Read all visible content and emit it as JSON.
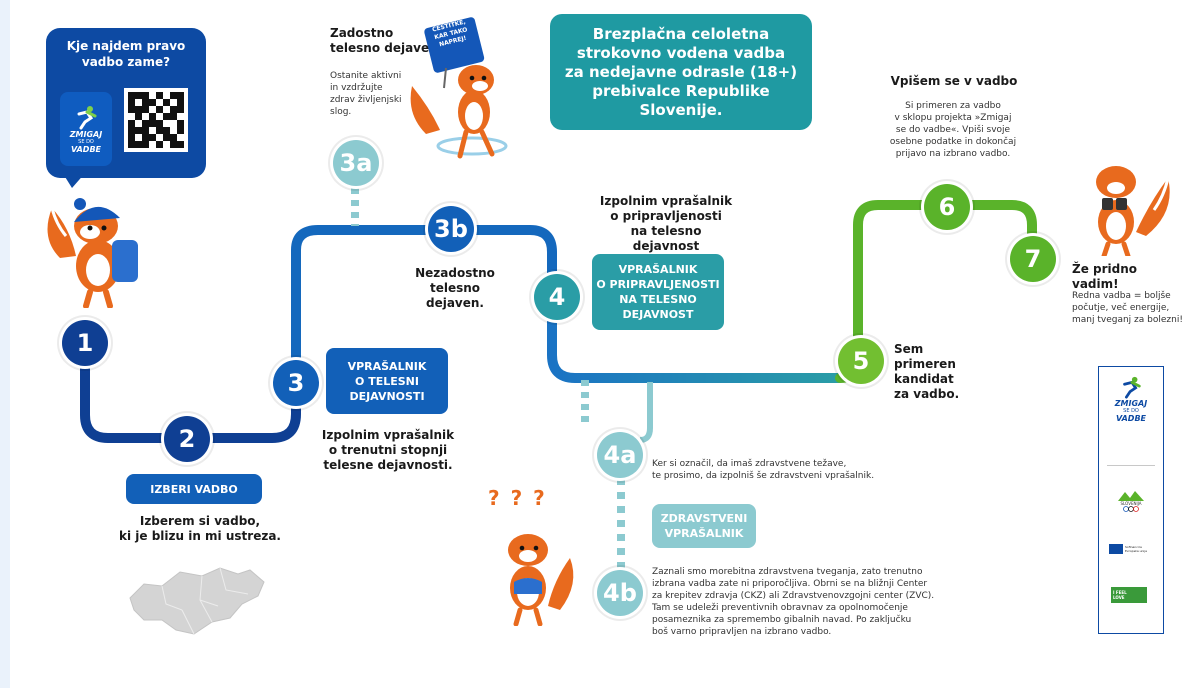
{
  "qr_bubble": {
    "title": "Kje najdem pravo\nvadbo zame?",
    "logo_line1": "ZMIGAJ",
    "logo_line2": "SE DO",
    "logo_line3": "VADBE"
  },
  "header_box": {
    "text": "Brezplačna celoletna\nstrokovno vodena vadba\nza nedejavne odrasle (18+)\nprebivalce Republike Slovenije."
  },
  "fox_sign": "ČESTITKE,\nKAR TAKO\nNAPREJ!",
  "steps": {
    "s1": "1",
    "s2": "2",
    "s3": "3",
    "s3a": "3a",
    "s3b": "3b",
    "s4": "4",
    "s4a": "4a",
    "s4b": "4b",
    "s5": "5",
    "s6": "6",
    "s7": "7"
  },
  "step2": {
    "button": "IZBERI VADBO",
    "text": "Izberem si vadbo,\nki je blizu in mi ustreza."
  },
  "step3": {
    "button": "VPRAŠALNIK\nO TELESNI\nDEJAVNOSTI",
    "text": "Izpolnim vprašalnik\no trenutni stopnji\ntelesne dejavnosti."
  },
  "step3a": {
    "title": "Zadostno\ntelesno dejaven.",
    "text": "Ostanite aktivni\nin vzdržujte\nzdrav življenjski\nslog."
  },
  "step3b": {
    "text": "Nezadostno\ntelesno\ndejaven."
  },
  "step4": {
    "title": "Izpolnim vprašalnik\no pripravljenosti\nna telesno dejavnost",
    "button": "VPRAŠALNIK\nO PRIPRAVLJENOSTI\nNA TELESNO\nDEJAVNOST"
  },
  "step4a": {
    "text": "Ker si označil, da imaš zdravstvene težave,\nte prosimo, da izpolniš še zdravstveni vprašalnik.",
    "button": "ZDRAVSTVENI\nVPRAŠALNIK"
  },
  "step4b": {
    "text": "Zaznali smo morebitna zdravstvena tveganja, zato trenutno\nizbrana vadba zate ni priporočljiva. Obrni se na bližnji Center\nza krepitev zdravja (CKZ) ali Zdravstvenovzgojni center (ZVC).\nTam se udeleži preventivnih obravnav za opolnomočenje\nposameznika za spremembo gibalnih navad. Po zaključku\nboš varno pripravljen na izbrano vadbo."
  },
  "step5": {
    "text": "Sem\nprimeren\nkandidat\nza vadbo."
  },
  "step6": {
    "title": "Vpišem se v vadbo",
    "text": "Si primeren za vadbo\nv sklopu projekta »Zmigaj\nse do vadbe«. Vpiši svoje\nosebne podatke in dokončaj\nprijavo na izbrano vadbo."
  },
  "step7": {
    "title": "Že pridno vadim!",
    "text": "Redna vadba = boljše\npočutje, več energije,\nmanj tveganj za bolezni!"
  },
  "question_marks": "? ? ?",
  "partners": {
    "logo1_line1": "ZMIGAJ",
    "logo1_line2": "SE DO",
    "logo1_line3": "VADBE",
    "logo2": "SLOVENIJA",
    "logo3_line1": "Sofinancira",
    "logo3_line2": "Evropska unija",
    "logo4_line1": "I FEEL",
    "logo4_line2": "LOVE"
  },
  "colors": {
    "dark_blue": "#0f3f93",
    "blue": "#1260b8",
    "teal": "#2a9da6",
    "light_teal": "#8ccad0",
    "green": "#5ab32a"
  }
}
